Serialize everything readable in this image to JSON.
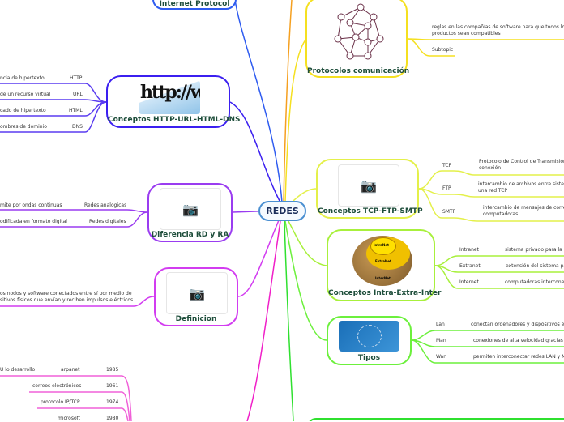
{
  "root": "REDES",
  "nodes": {
    "ip": {
      "label": "Internet Protocol"
    },
    "http": {
      "label": "Conceptos HTTP-URL-HTML-DNS",
      "image_text": "http://www",
      "children": [
        {
          "label": "HTTP",
          "text": "ncia de hipertexto"
        },
        {
          "label": "URL",
          "text": "de un recurso virtual"
        },
        {
          "label": "HTML",
          "text": "cado de hipertexto"
        },
        {
          "label": "DNS",
          "text": "ombres de dominio"
        }
      ]
    },
    "rdra": {
      "label": "Diferencia RD y RA",
      "children": [
        {
          "label": "Redes analogicas",
          "text": "mite por ondas continuas"
        },
        {
          "label": "Redes digitales",
          "text": "odificada en formato digital"
        }
      ]
    },
    "def": {
      "label": "Definicion",
      "text_lines": [
        "os nodos y software conectados entre sí por medio de",
        "sitivos físicos que envían y reciben impulsos eléctricos"
      ]
    },
    "hist": {
      "rows": [
        {
          "year": "1985",
          "label": "arpanet",
          "text": "U lo desarrollo"
        },
        {
          "year": "1961",
          "label": "correos electrónicos"
        },
        {
          "year": "1974",
          "label": "protocolo IP/TCP"
        },
        {
          "year": "1980",
          "label": "microsoft"
        }
      ]
    },
    "proto": {
      "label": "Protocolos comunicación",
      "children": [
        {
          "text_lines": [
            "reglas en las compañías de software para que todos los",
            "productos sean compatibles"
          ]
        },
        {
          "text": "Subtopic"
        }
      ]
    },
    "tcp": {
      "label": "Conceptos TCP-FTP-SMTP",
      "children": [
        {
          "label": "TCP",
          "text_lines": [
            "Protocolo de Control de Transmisión o",
            "conexión"
          ]
        },
        {
          "label": "FTP",
          "text_lines": [
            "intercambio de archivos entre sistemas",
            "una red TCP"
          ]
        },
        {
          "label": "SMTP",
          "text_lines": [
            "intercambio de mensajes de correo",
            "computadoras"
          ]
        }
      ]
    },
    "intra": {
      "label": "Conceptos Intra-Extra-Inter",
      "image_labels": [
        "IntraNet",
        "ExtraNet",
        "InterNet"
      ],
      "children": [
        {
          "label": "Intranet",
          "text": "sistema privado para la int"
        },
        {
          "label": "Extranet",
          "text": "extensión del sistema para"
        },
        {
          "label": "Internet",
          "text": "computadoras interconecta"
        }
      ]
    },
    "tipos": {
      "label": "Tipos",
      "children": [
        {
          "label": "Lan",
          "text": "conectan ordenadores y dispositivos en u"
        },
        {
          "label": "Man",
          "text": "conexiones de alta velocidad gracias al u"
        },
        {
          "label": "Wan",
          "text": "permiten interconectar redes LAN y MAN"
        }
      ]
    }
  },
  "colors": {
    "blue": "#2f5cf0",
    "indigo": "#3b1ff0",
    "purple": "#9a3cf0",
    "magenta": "#d23cf0",
    "pink": "#f01fc8",
    "orange": "#f5a020",
    "yellow": "#f5e020",
    "lime": "#d8f04a",
    "green": "#8cf03c",
    "green2": "#46e83c"
  }
}
